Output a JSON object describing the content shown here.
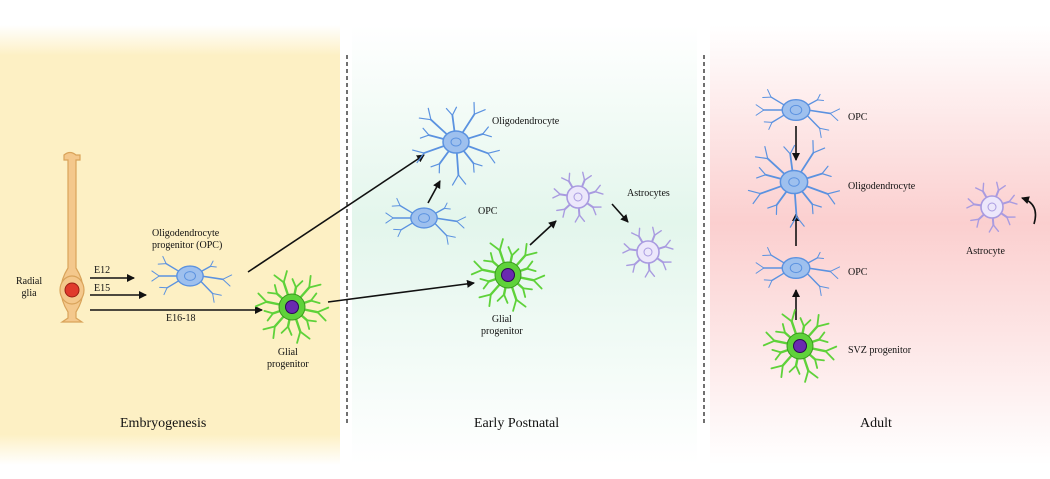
{
  "colors": {
    "embryonic_bg": "#fdf0c4",
    "postnatal_bg": "#dff5ea",
    "adult_bg": "#fbd2d2",
    "opc_blue": "#5b92e0",
    "opc_light": "#9ec0ee",
    "glial_green": "#5fd23a",
    "glial_nucleus": "#6a2ab0",
    "astro_lilac": "#a99be0",
    "radial_glia_tan": "#f4c88c",
    "radial_glia_red": "#e03a2c"
  },
  "panels": {
    "embryogenesis": {
      "title": "Embryogenesis"
    },
    "early_postnatal": {
      "title": "Early Postnatal"
    },
    "adult": {
      "title": "Adult"
    }
  },
  "labels": {
    "radial_glia": "Radial\nglia",
    "e12": "E12",
    "e15": "E15",
    "e16_18": "E16-18",
    "opc_embryo": "Oligodendrocyte\nprogenitor (OPC)",
    "glial_progenitor_embryo": "Glial\nprogenitor",
    "oligodendrocyte_postnatal": "Oligodendrocyte",
    "opc_postnatal": "OPC",
    "astrocytes_postnatal": "Astrocytes",
    "glial_progenitor_postnatal": "Glial\nprogenitor",
    "opc_adult_top": "OPC",
    "oligodendrocyte_adult": "Oligodendrocyte",
    "opc_adult_mid": "OPC",
    "svz_progenitor": "SVZ progenitor",
    "astrocyte_adult": "Astrocyte"
  }
}
